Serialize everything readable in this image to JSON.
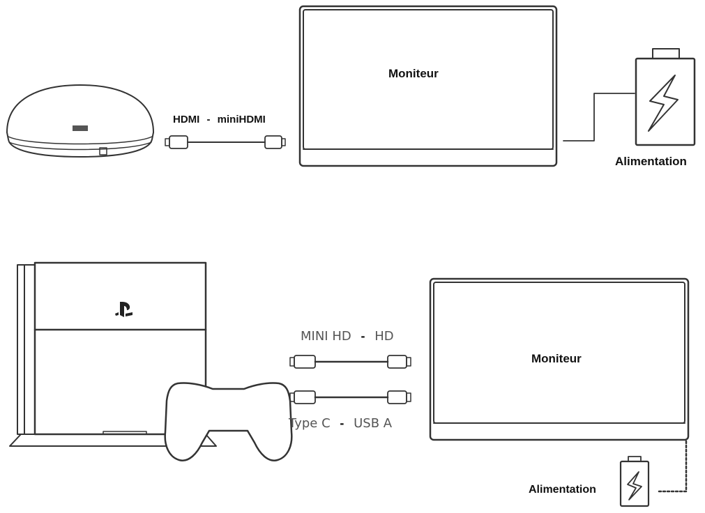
{
  "top": {
    "monitor_label": "Moniteur",
    "power_label": "Alimentation",
    "cable": {
      "left": "HDMI",
      "sep": "-",
      "right": "miniHDMI"
    }
  },
  "bottom": {
    "monitor_label": "Moniteur",
    "power_label": "Alimentation",
    "cable_video": {
      "left": "MINI HD",
      "sep": "-",
      "right": "HD"
    },
    "cable_usb": {
      "left": "Type C",
      "sep": "-",
      "right": "USB A"
    }
  },
  "colors": {
    "stroke": "#333333",
    "text": "#111111",
    "muted": "#555555"
  }
}
